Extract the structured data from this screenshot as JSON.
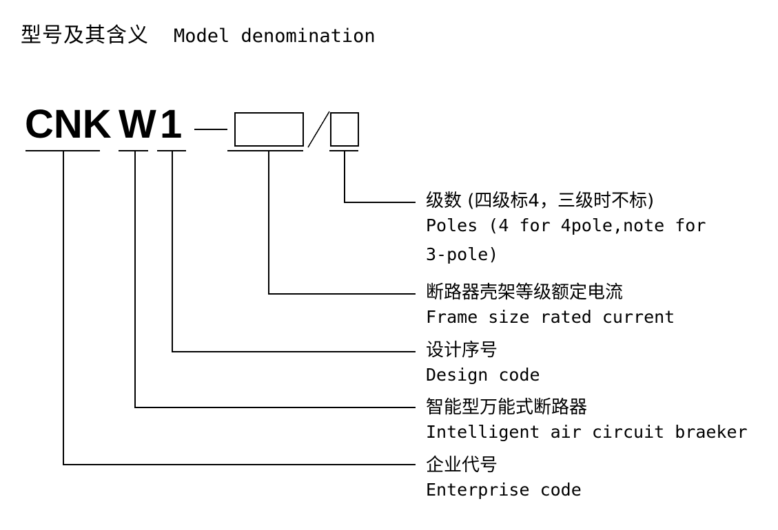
{
  "heading": {
    "cn": "型号及其含义",
    "en": "Model denomination"
  },
  "model_code": {
    "enterprise": "CNK",
    "product": "W",
    "design": "1",
    "dash": "—",
    "slash": "/",
    "frame_box": "",
    "poles_box": ""
  },
  "annotations": [
    {
      "key": "poles",
      "cn": "级数 (四级标4，三级时不标)",
      "en_line1": "Poles  (4 for 4pole,note for",
      "en_line2": "3-pole)"
    },
    {
      "key": "frame-size",
      "cn": "断路器壳架等级额定电流",
      "en_line1": "Frame size rated current"
    },
    {
      "key": "design-code",
      "cn": "设计序号",
      "en_line1": "Design code"
    },
    {
      "key": "product-type",
      "cn": "智能型万能式断路器",
      "en_line1": "Intelligent air circuit braeker"
    },
    {
      "key": "enterprise-code",
      "cn": "企业代号",
      "en_line1": "Enterprise code"
    }
  ],
  "colors": {
    "ink": "#000000",
    "background": "#ffffff"
  }
}
